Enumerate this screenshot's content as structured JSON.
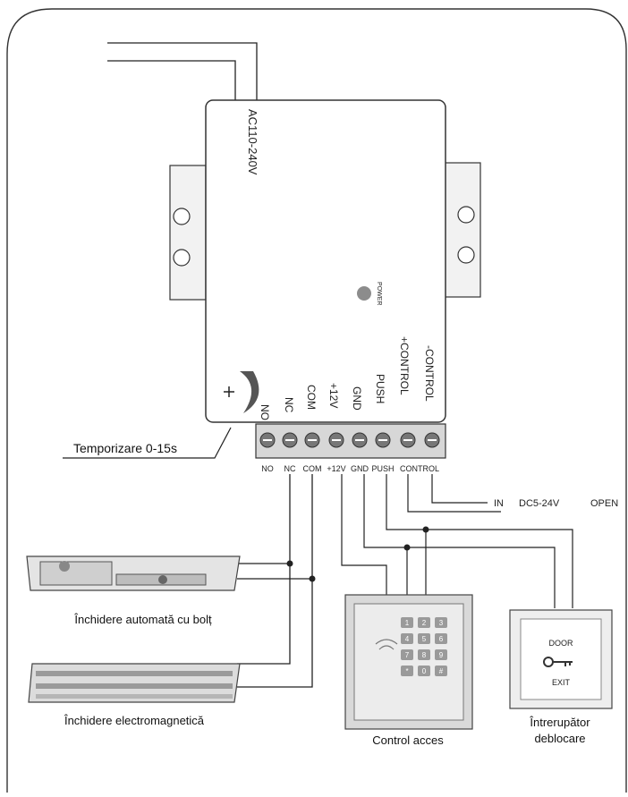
{
  "power_supply": {
    "ac_input_label": "AC110-240V",
    "power_led_label": "POWER",
    "delay_label": "Temporizare 0-15s",
    "terminal_labels_top": [
      "NO",
      "NC",
      "COM",
      "+12V",
      "GND",
      "PUSH",
      "+CONTROL",
      "-CONTROL"
    ],
    "terminal_labels_bottom": [
      "NO",
      "NC",
      "COM",
      "+12V",
      "GND",
      "PUSH",
      "CONTROL"
    ],
    "control_input": {
      "in": "IN",
      "voltage": "DC5-24V",
      "open": "OPEN"
    }
  },
  "devices": {
    "bolt_lock": "Închidere automată cu bolț",
    "magnetic_lock": "Închidere electromagnetică",
    "access_control": "Control acces",
    "exit_button": {
      "line1": "Întrerupător",
      "line2": "deblocare",
      "face_top": "DOOR",
      "face_bottom": "EXIT"
    },
    "keypad_keys": [
      "1",
      "2",
      "3",
      "4",
      "5",
      "6",
      "7",
      "8",
      "9",
      "*",
      "0",
      "#"
    ]
  }
}
